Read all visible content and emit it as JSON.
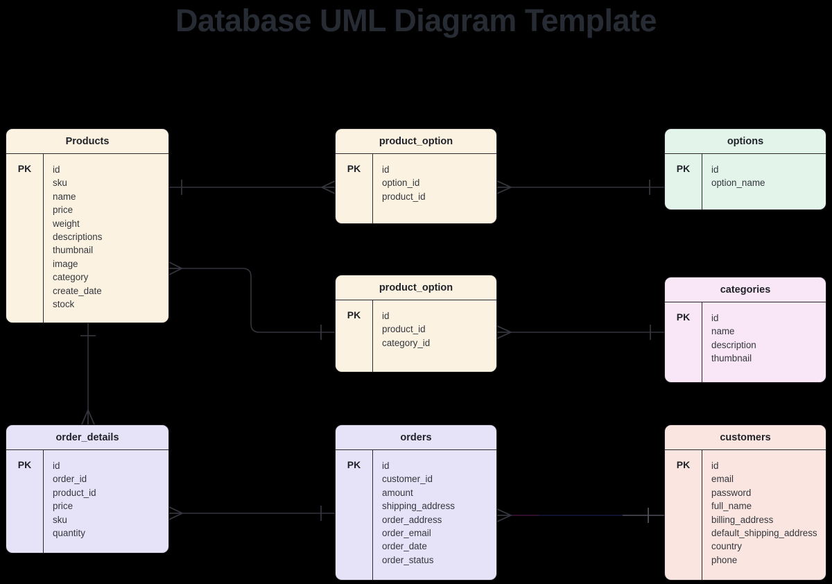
{
  "title": "Database UML Diagram Template",
  "colors": {
    "background": "#000000",
    "title": "#272b33",
    "cream": "#fbf2e1",
    "mint": "#e3f5eb",
    "magenta": "#f9e6f7",
    "lavender": "#e6e2f8",
    "rose": "#fae5e0",
    "line": "#33343c",
    "line_purple": "#41123a",
    "line_navy": "#16183f",
    "line_gray": "#50505a"
  },
  "entities": [
    {
      "name": "Products",
      "pk_label": "PK",
      "color": "cream",
      "fields": [
        "id",
        "sku",
        "name",
        "price",
        "weight",
        "descriptions",
        "thumbnail",
        "image",
        "category",
        "create_date",
        "stock"
      ]
    },
    {
      "name": "product_option",
      "pk_label": "PK",
      "color": "cream",
      "fields": [
        "id",
        "option_id",
        "product_id"
      ]
    },
    {
      "name": "options",
      "pk_label": "PK",
      "color": "mint",
      "fields": [
        "id",
        "option_name"
      ]
    },
    {
      "name": "product_option",
      "pk_label": "PK",
      "color": "cream",
      "fields": [
        "id",
        "product_id",
        "category_id"
      ]
    },
    {
      "name": "categories",
      "pk_label": "PK",
      "color": "magenta",
      "fields": [
        "id",
        "name",
        "description",
        "thumbnail"
      ]
    },
    {
      "name": "order_details",
      "pk_label": "PK",
      "color": "lavender",
      "fields": [
        "id",
        "order_id",
        "product_id",
        "price",
        "sku",
        "quantity"
      ]
    },
    {
      "name": "orders",
      "pk_label": "PK",
      "color": "lavender",
      "fields": [
        "id",
        "customer_id",
        "amount",
        "shipping_address",
        "order_address",
        "order_email",
        "order_date",
        "order_status"
      ]
    },
    {
      "name": "customers",
      "pk_label": "PK",
      "color": "rose",
      "fields": [
        "id",
        "email",
        "password",
        "full_name",
        "billing_address",
        "default_shipping_address",
        "country",
        "phone"
      ]
    }
  ],
  "relationships": [
    {
      "one_side": "Products",
      "many_side": "product_option (top)"
    },
    {
      "one_side": "options",
      "many_side": "product_option (top)"
    },
    {
      "one_side": "product_option (middle)",
      "many_side": "Products"
    },
    {
      "one_side": "categories",
      "many_side": "product_option (middle)"
    },
    {
      "one_side": "Products",
      "many_side": "order_details"
    },
    {
      "one_side": "orders",
      "many_side": "order_details"
    },
    {
      "one_side": "customers",
      "many_side": "orders"
    }
  ]
}
